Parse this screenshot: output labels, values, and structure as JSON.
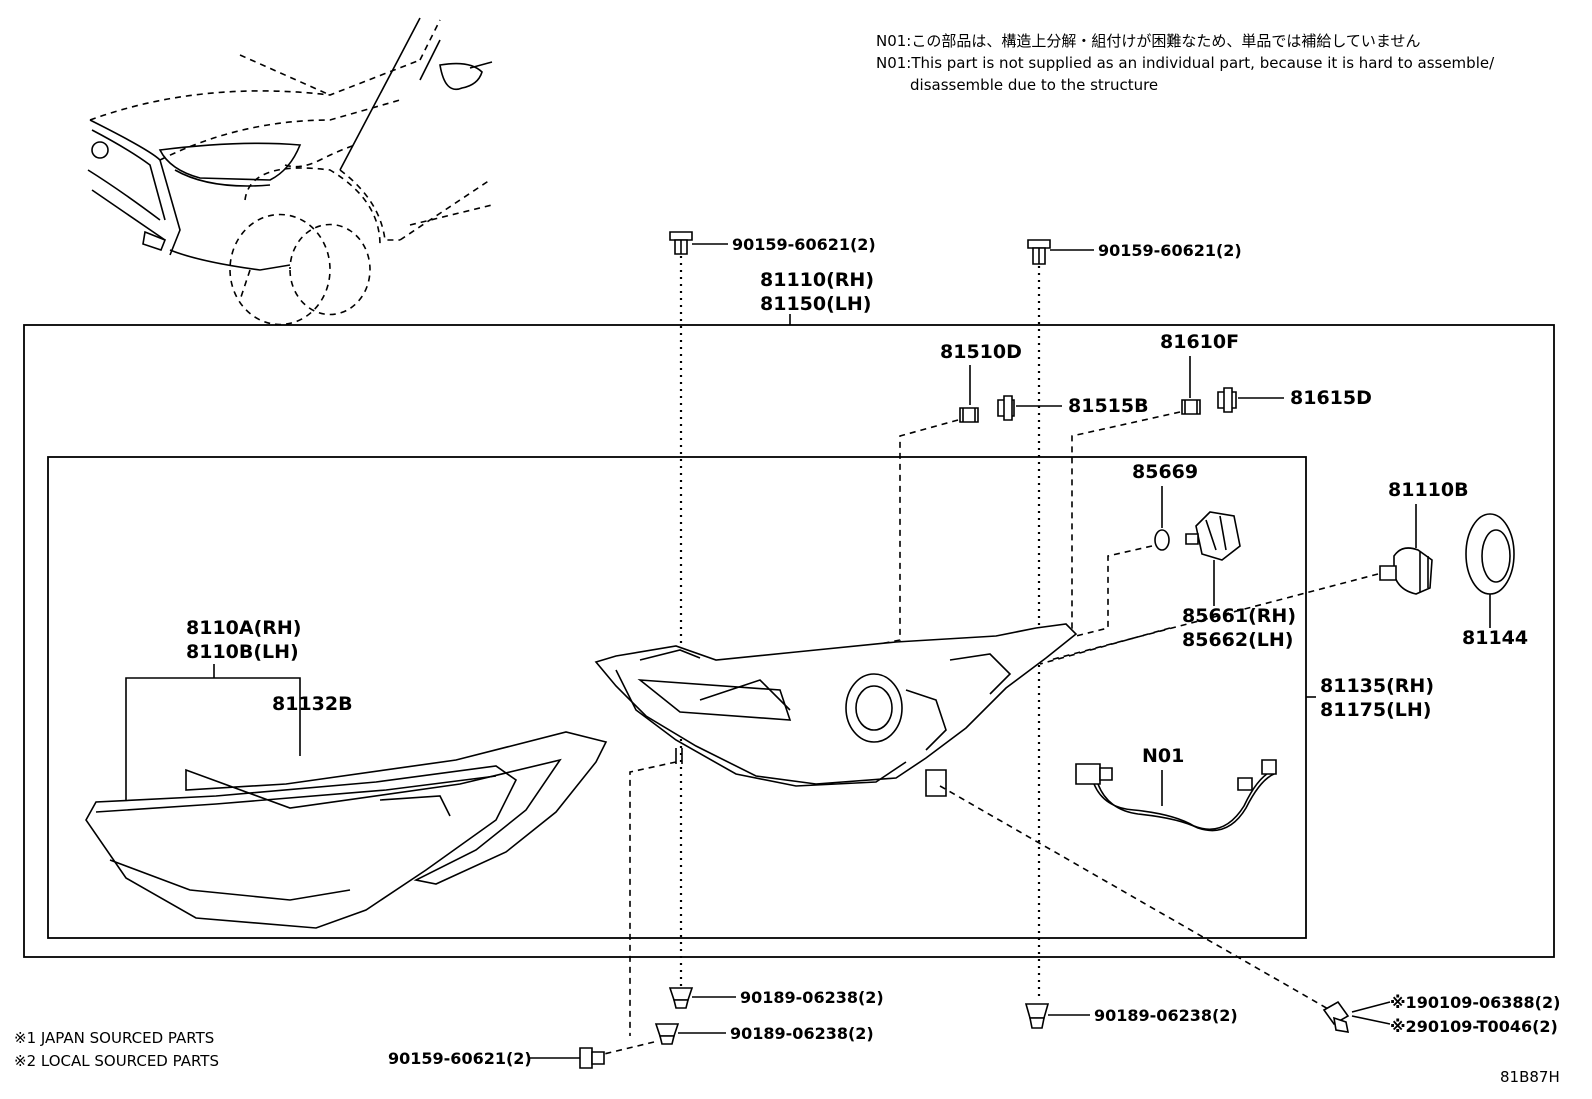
{
  "notes": {
    "n01_jp": "N01:この部品は、構造上分解・組付けが困難なため、単品では補給していません",
    "n01_en_line1": "N01:This part is not supplied as an individual part, because it is hard to assemble/",
    "n01_en_line2": "disassemble due to the structure",
    "japan_sourced": "※1 JAPAN SOURCED PARTS",
    "local_sourced": "※2 LOCAL SOURCED PARTS",
    "diagram_code": "81B87H"
  },
  "parts": {
    "bolt_top_left": "90159-60621(2)",
    "bolt_top_right": "90159-60621(2)",
    "headlamp_rh": "81110(RH)",
    "headlamp_lh": "81150(LH)",
    "socket_81510d": "81510D",
    "bulb_81515b": "81515B",
    "socket_81610f": "81610F",
    "bulb_81615d": "81615D",
    "oring_85669": "85669",
    "actuator_rh": "85661(RH)",
    "actuator_lh": "85662(LH)",
    "bulb_81110b": "81110B",
    "cover_81144": "81144",
    "lens_rh": "8110A(RH)",
    "lens_lh": "8110B(LH)",
    "gasket_81132b": "81132B",
    "housing_rh": "81135(RH)",
    "housing_lh": "81175(LH)",
    "wire_n01": "N01",
    "clip_bottom_left": "90189-06238(2)",
    "clip_bottom_mid": "90189-06238(2)",
    "clip_bottom_right": "90189-06238(2)",
    "bolt_bottom_left": "90159-60621(2)",
    "bolt_japan": "※190109-06388(2)",
    "bolt_local": "※290109-T0046(2)"
  }
}
